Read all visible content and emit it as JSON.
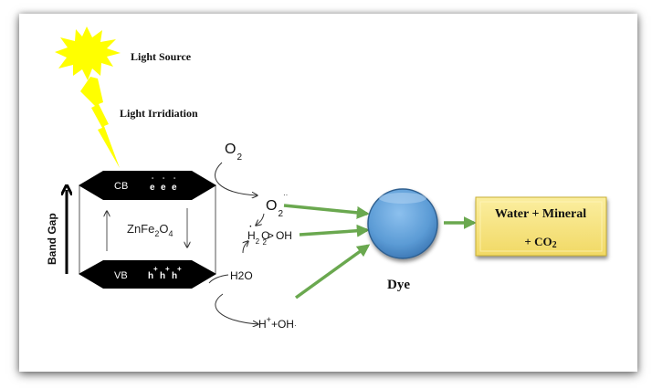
{
  "labels": {
    "light_source": "Light Source",
    "light_irradiation": "Light Irridiation",
    "band_gap": "Band Gap",
    "conduction_band": "CB",
    "valence_band": "VB",
    "catalyst": {
      "base": "ZnFe",
      "sub1": "2",
      "mid": "O",
      "sub2": "4"
    },
    "electron": "e",
    "electron_charge": "-",
    "hole": "h",
    "hole_charge": "+",
    "oxygen": {
      "base": "O",
      "sub": "2"
    },
    "superoxide": {
      "base": "O",
      "sub": "2",
      "sup": "··"
    },
    "peroxide": {
      "h": "H",
      "sub1": "2",
      "o": "O",
      "sub2": "2",
      "arrow": ">",
      "product": "OH",
      "dot": "·"
    },
    "water": "H2O",
    "water_products": {
      "h": "H",
      "plus_sup": "+",
      "rest": "+OH",
      "dot": "·"
    },
    "dye": "Dye",
    "result_line1": "Water + Mineral",
    "result_line2": {
      "prefix": "+ CO",
      "sub": "2"
    }
  },
  "colors": {
    "sun": "#ffff00",
    "band": "#000000",
    "green_arrow": "#6aa84f",
    "dye_circle": "#5b9bd5",
    "result_box": "#f6e27a",
    "result_border": "#c9b032"
  }
}
